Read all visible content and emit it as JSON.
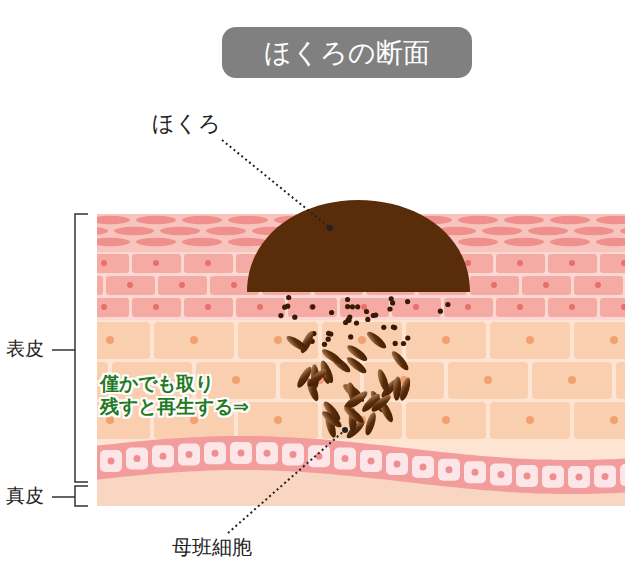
{
  "diagram": {
    "title": "ほくろの断面",
    "labels": [
      "ほくろ",
      "表皮",
      "真皮",
      "母班細胞",
      "僅かでも取り 残すと再生する⇒"
    ]
  }
}
